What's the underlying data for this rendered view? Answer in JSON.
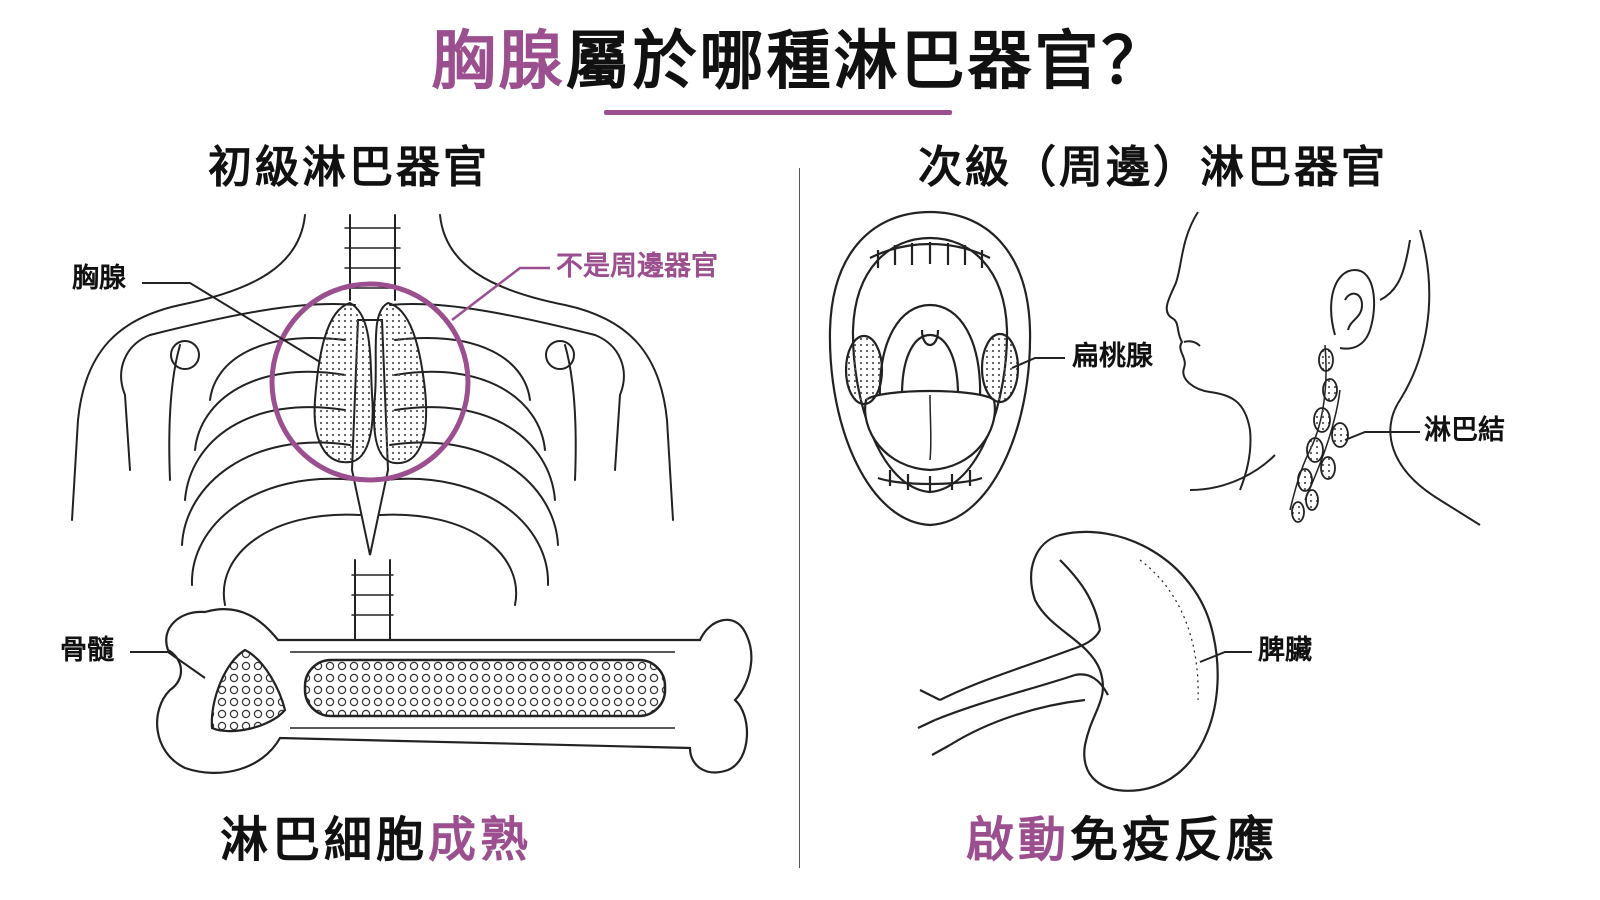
{
  "title": {
    "highlight": "胸腺",
    "rest": "屬於哪種淋巴器官？"
  },
  "left": {
    "heading": "初級淋巴器官",
    "labels": {
      "thymus": "胸腺",
      "not_peripheral": "不是周邊器官",
      "bone_marrow": "骨髓"
    },
    "caption": {
      "plain": "淋巴細胞",
      "highlight": "成熟"
    }
  },
  "right": {
    "heading": "次級（周邊）淋巴器官",
    "labels": {
      "tonsil": "扁桃腺",
      "lymph_node": "淋巴結",
      "spleen": "脾臟"
    },
    "caption": {
      "highlight": "啟動",
      "plain": "免疫反應"
    }
  },
  "colors": {
    "accent": "#9b4f8e",
    "ink": "#111111"
  }
}
